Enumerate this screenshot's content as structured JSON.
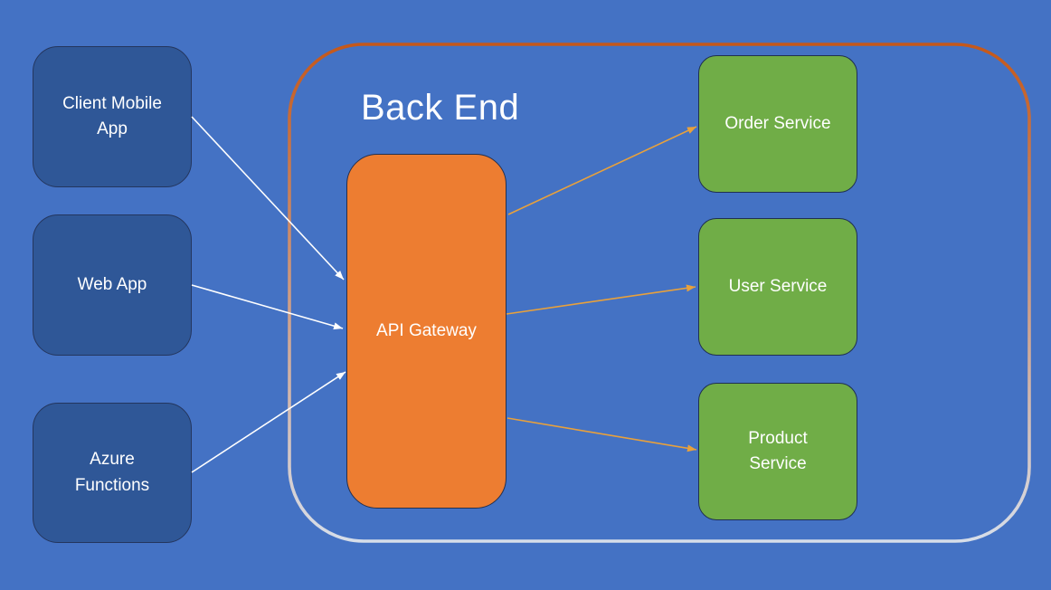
{
  "backend_container": {
    "label": "Back End"
  },
  "nodes": {
    "client_mobile_app": {
      "label": "Client Mobile\nApp"
    },
    "web_app": {
      "label": "Web App"
    },
    "azure_functions": {
      "label": "Azure\nFunctions"
    },
    "api_gateway": {
      "label": "API Gateway"
    },
    "order_service": {
      "label": "Order Service"
    },
    "user_service": {
      "label": "User Service"
    },
    "product_service": {
      "label": "Product\nService"
    }
  },
  "connections": [
    {
      "from": "Client Mobile App",
      "to": "API Gateway",
      "style": "white-arrow"
    },
    {
      "from": "Web App",
      "to": "API Gateway",
      "style": "white-arrow"
    },
    {
      "from": "Azure Functions",
      "to": "API Gateway",
      "style": "white-arrow"
    },
    {
      "from": "API Gateway",
      "to": "Order Service",
      "style": "orange-arrow"
    },
    {
      "from": "API Gateway",
      "to": "User Service",
      "style": "orange-arrow"
    },
    {
      "from": "API Gateway",
      "to": "Product Service",
      "style": "orange-arrow"
    }
  ],
  "colors": {
    "background": "#4472C4",
    "client_node_fill": "#2F5797",
    "gateway_node_fill": "#ED7D31",
    "service_node_fill": "#70AD47",
    "node_text": "#FFFFFF",
    "client_arrow": "#FFFFFF",
    "service_arrow": "#E9A13B",
    "container_border_top": "#C5581A",
    "container_border_bottom": "#D7DEE9"
  }
}
